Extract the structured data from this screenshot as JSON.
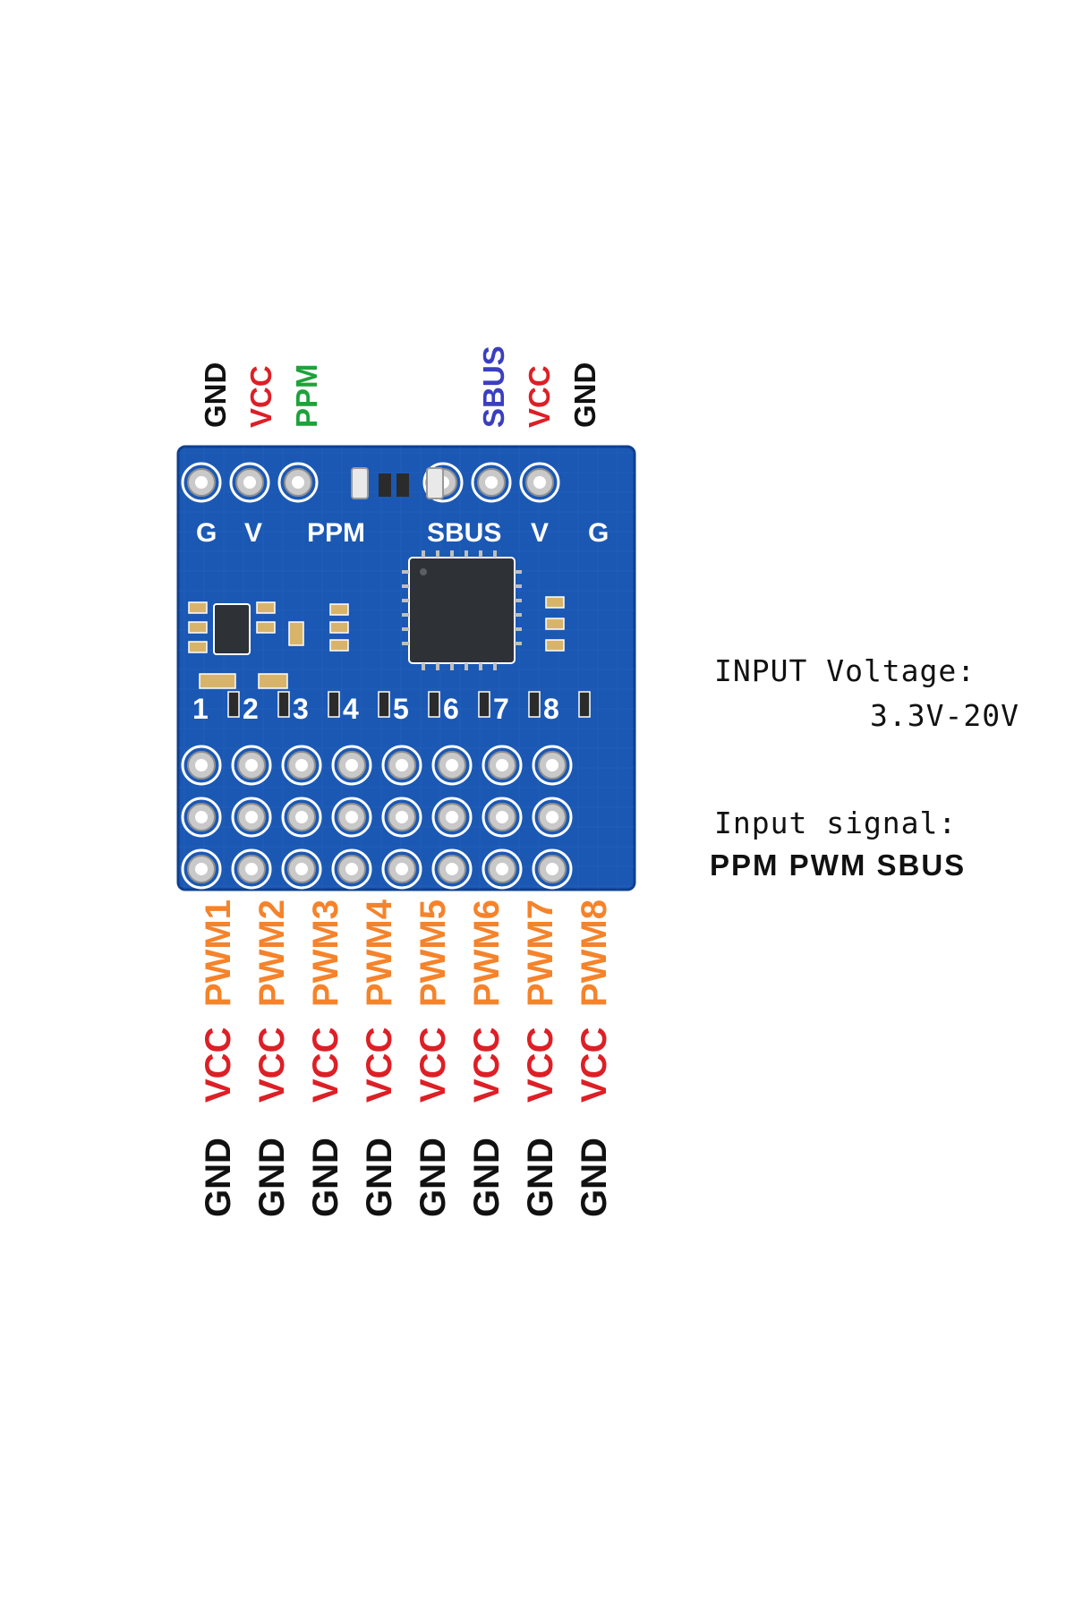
{
  "colors": {
    "gnd": "#111111",
    "vcc": "#dd1f26",
    "ppm": "#1ea23a",
    "sbus": "#3a3fbf",
    "pwm": "#f5832b",
    "pcb": "#1b58b4",
    "pcb_dark": "#0d3f8f",
    "silk": "#ffffff",
    "pad": "#c9c9c9",
    "chip": "#2e3136"
  },
  "top_labels": [
    "GND",
    "VCC",
    "PPM",
    "SBUS",
    "VCC",
    "GND"
  ],
  "board": {
    "top_silk": [
      "G",
      "V",
      "PPM",
      "SBUS",
      "V",
      "G"
    ],
    "channel_numbers": [
      "1",
      "2",
      "3",
      "4",
      "5",
      "6",
      "7",
      "8"
    ],
    "icons": [
      "pcb-board",
      "microcontroller-chip",
      "voltage-regulator-chip",
      "led",
      "through-hole-pad"
    ]
  },
  "bottom_columns": [
    {
      "pwm": "PWM1",
      "vcc": "VCC",
      "gnd": "GND"
    },
    {
      "pwm": "PWM2",
      "vcc": "VCC",
      "gnd": "GND"
    },
    {
      "pwm": "PWM3",
      "vcc": "VCC",
      "gnd": "GND"
    },
    {
      "pwm": "PWM4",
      "vcc": "VCC",
      "gnd": "GND"
    },
    {
      "pwm": "PWM5",
      "vcc": "VCC",
      "gnd": "GND"
    },
    {
      "pwm": "PWM6",
      "vcc": "VCC",
      "gnd": "GND"
    },
    {
      "pwm": "PWM7",
      "vcc": "VCC",
      "gnd": "GND"
    },
    {
      "pwm": "PWM8",
      "vcc": "VCC",
      "gnd": "GND"
    }
  ],
  "info": {
    "voltage_label": "INPUT Voltage:",
    "voltage_value": "3.3V-20V",
    "signal_label": "Input signal:",
    "signal_types": "PPM PWM  SBUS"
  }
}
